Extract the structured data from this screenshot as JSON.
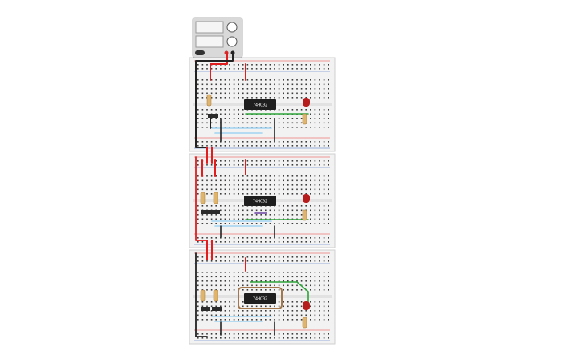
{
  "workspace": {
    "background": "#ffffff",
    "breadboard_fill": "#f2f2f2",
    "breadboard_edge": "#cfcfcf",
    "hole_color": "#3c3c3c",
    "rail_red": "#e53935",
    "rail_blue": "#3f6cc4"
  },
  "power_supply": {
    "icon": "power-supply-icon",
    "body_color": "#d9d9d9",
    "display_color": "#f5f5f5"
  },
  "chips": [
    {
      "label": "74HC02"
    },
    {
      "label": "74HC02"
    },
    {
      "label": "74HC02"
    }
  ],
  "components": {
    "led_color": "#b71c1c",
    "resistor_color": "#e0b46a",
    "switch_color": "#2b2b2b",
    "selection_outline_color": "#a1774b"
  },
  "wires": {
    "red": "#e11d1d",
    "black": "#222222",
    "green": "#2ea43a",
    "light_blue": "#9fd3f2",
    "purple": "#6a3fa0"
  },
  "selection": {
    "chip_index": 2
  }
}
